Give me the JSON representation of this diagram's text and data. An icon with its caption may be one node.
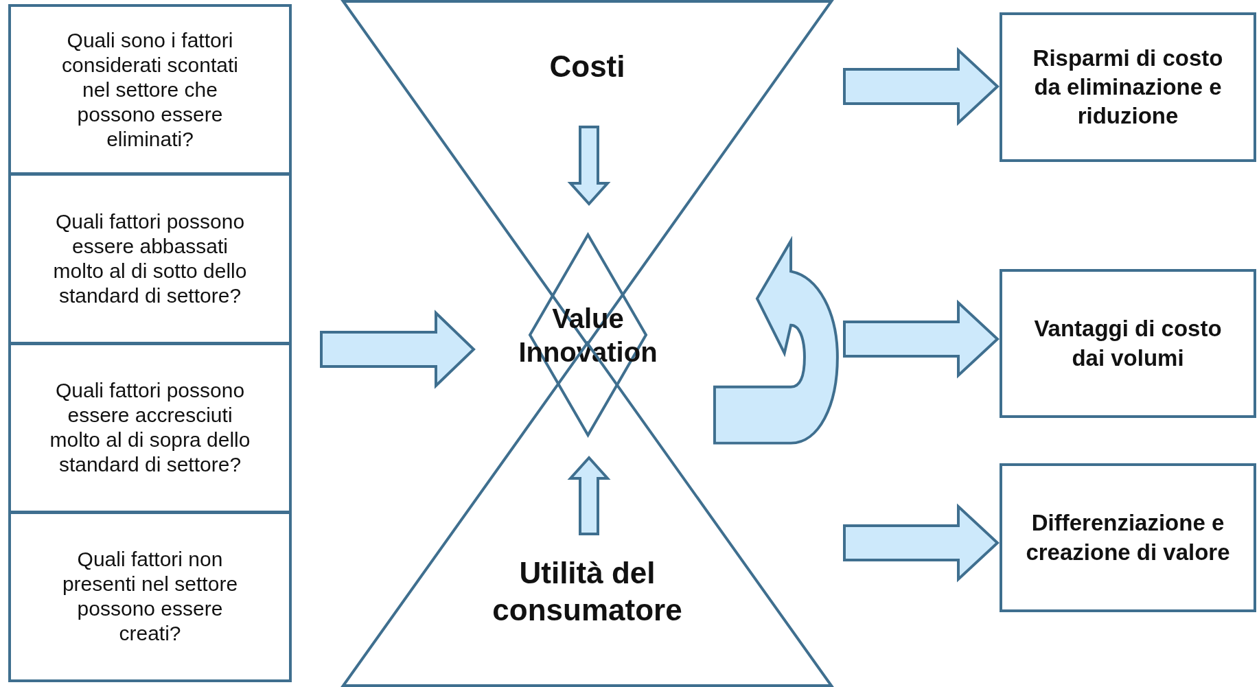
{
  "diagram": {
    "nodes": [
      {
        "text": [],
        "shape": "box"
      },
      {
        "text": [
          "Quali sono i fattori considerati scontati nel settore che possono essere eliminati?"
        ],
        "in": 0
      },
      {
        "text": [
          "Quali fattori possono essere abbassati molto al di sotto dello standard di settore?"
        ],
        "in": 0
      },
      {
        "text": [
          "Quali fattori possono essere accresciuti molto al di sopra dello standard di settore?"
        ],
        "in": 0
      },
      {
        "text": [
          "Quali fattori non presenti nel settore possono essere creati?"
        ],
        "in": 0
      },
      {
        "text": [
          "Costi"
        ]
      },
      {
        "text": [
          "Value Innovation"
        ]
      },
      {
        "text": [
          "Utilità del consumatore"
        ]
      },
      {
        "text": [
          "Risparmi di costo da eliminazione e riduzione"
        ]
      },
      {
        "text": [
          "Vantaggi di costo dai volumi"
        ]
      },
      {
        "text": [
          "Differenziazione e creazione di valore"
        ]
      }
    ],
    "edges": [
      {
        "from": 0,
        "to": 6,
        "arrow": "to"
      },
      {
        "from": 5,
        "to": 6,
        "arrow": "to"
      },
      {
        "from": 7,
        "to": 6,
        "arrow": "to"
      },
      {
        "from": null,
        "to": 8,
        "arrow": "to"
      },
      {
        "from": null,
        "to": 9,
        "arrow": "to"
      },
      {
        "from": null,
        "to": 10,
        "arrow": "to"
      }
    ]
  }
}
